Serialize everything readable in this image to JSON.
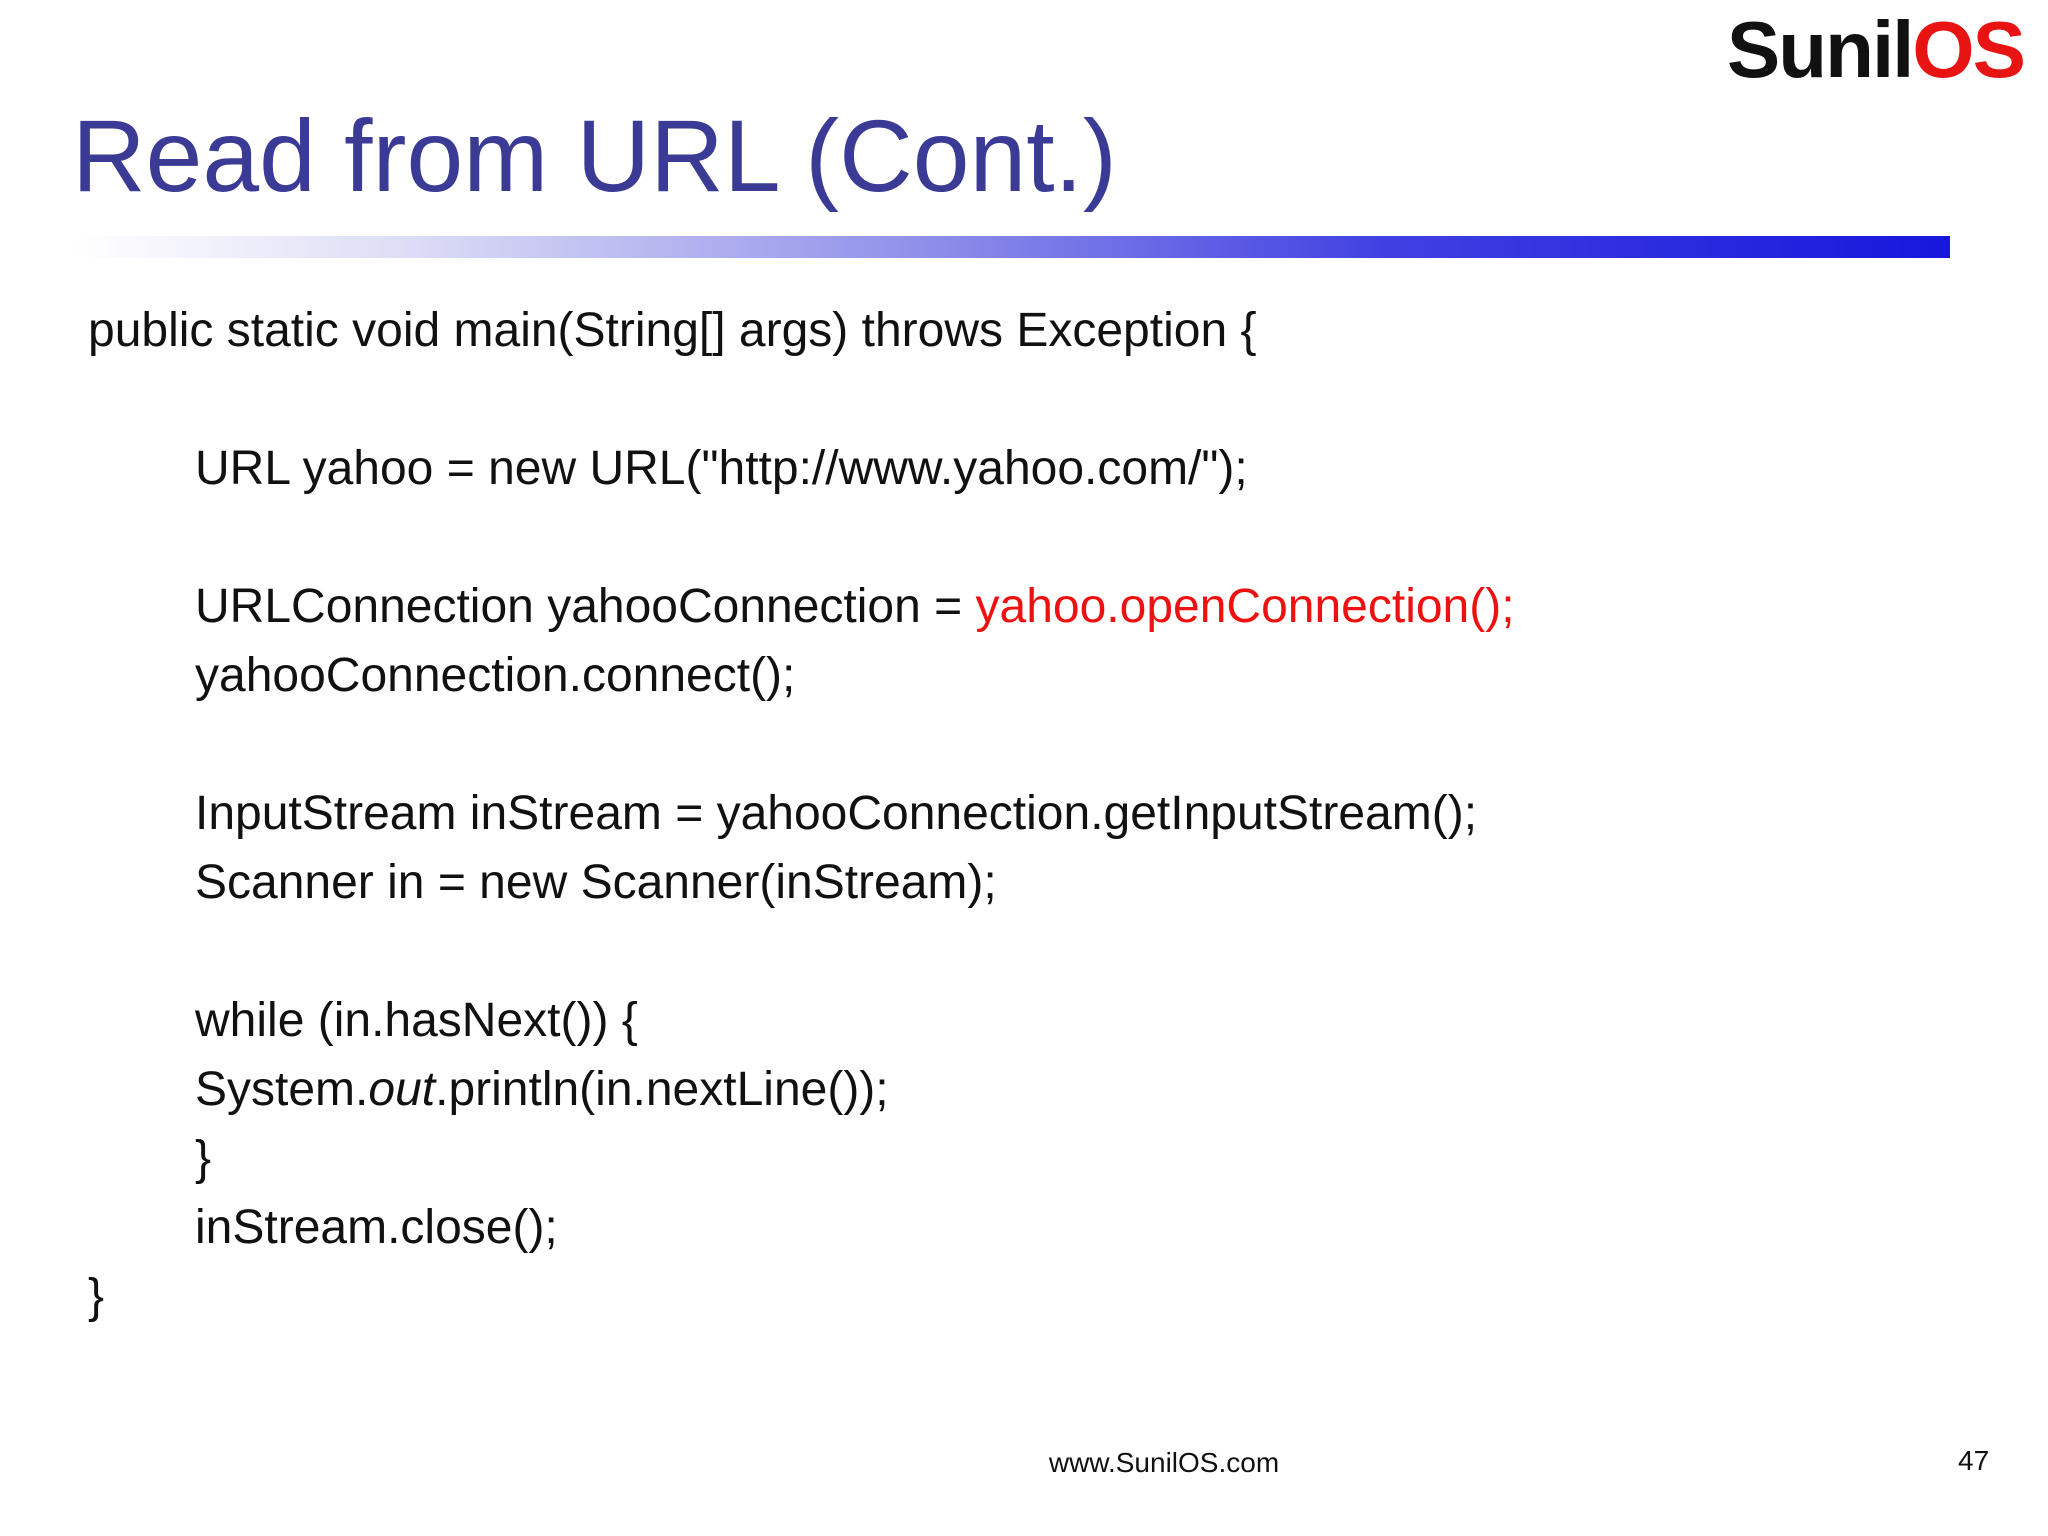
{
  "logo": {
    "black": "Sunil",
    "red": "OS"
  },
  "title": "Read from URL (Cont.)",
  "code": {
    "lines": [
      {
        "indent": 0,
        "segments": [
          {
            "text": "public static void main(String[] args) throws Exception {"
          }
        ]
      },
      {
        "indent": 0,
        "segments": []
      },
      {
        "indent": 1,
        "segments": [
          {
            "text": "URL yahoo = new URL(\"http://www.yahoo.com/\");"
          }
        ]
      },
      {
        "indent": 1,
        "segments": []
      },
      {
        "indent": 1,
        "segments": [
          {
            "text": "URLConnection yahooConnection = "
          },
          {
            "text": "yahoo.openConnection();",
            "color": "red"
          }
        ]
      },
      {
        "indent": 1,
        "segments": [
          {
            "text": "yahooConnection.connect();"
          }
        ]
      },
      {
        "indent": 1,
        "segments": []
      },
      {
        "indent": 1,
        "segments": [
          {
            "text": "InputStream inStream = yahooConnection.getInputStream();"
          }
        ]
      },
      {
        "indent": 1,
        "segments": [
          {
            "text": "Scanner in = new Scanner(inStream);"
          }
        ]
      },
      {
        "indent": 1,
        "segments": []
      },
      {
        "indent": 1,
        "segments": [
          {
            "text": "while (in.hasNext()) {"
          }
        ]
      },
      {
        "indent": 1,
        "segments": [
          {
            "text": "System."
          },
          {
            "text": "out",
            "italic": true
          },
          {
            "text": ".println(in.nextLine());"
          }
        ]
      },
      {
        "indent": 1,
        "segments": [
          {
            "text": "}"
          }
        ]
      },
      {
        "indent": 1,
        "segments": [
          {
            "text": "inStream.close();"
          }
        ]
      },
      {
        "indent": 0,
        "segments": [
          {
            "text": "}"
          }
        ]
      }
    ]
  },
  "footer": {
    "text": "www.SunilOS.com"
  },
  "page_number": "47",
  "colors": {
    "title_blue": "#3B3B96",
    "accent_red": "#EE1111",
    "logo_red": "#E81414",
    "logo_black": "#111111",
    "code_text": "#111111",
    "underline_blue": "#1717DC"
  }
}
